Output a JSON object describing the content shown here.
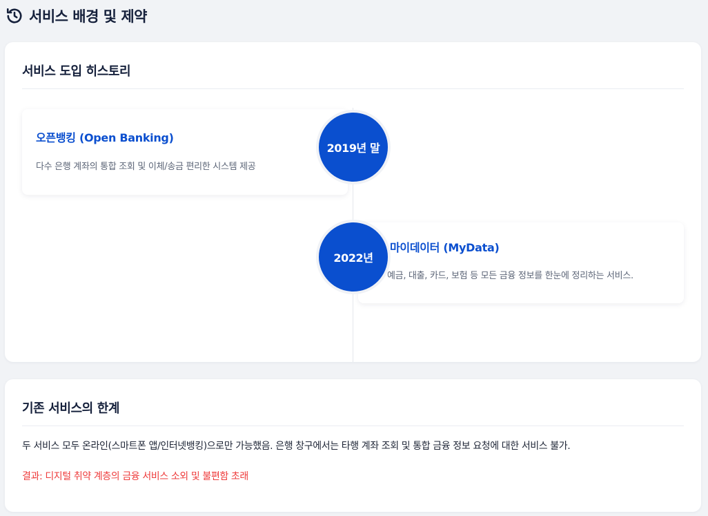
{
  "header": {
    "icon": "history-icon",
    "title": "서비스 배경 및 제약"
  },
  "history": {
    "title": "서비스 도입 히스토리",
    "events": [
      {
        "year": "2019년 말",
        "title": "오픈뱅킹 (Open Banking)",
        "description": "다수 은행 계좌의 통합 조회 및 이체/송금 편리한 시스템 제공"
      },
      {
        "year": "2022년",
        "title": "마이데이터 (MyData)",
        "description": "예금, 대출, 카드, 보험 등 모든 금융 정보를 한눈에 정리하는 서비스."
      }
    ]
  },
  "limits": {
    "title": "기존 서비스의 한계",
    "body": "두 서비스 모두 온라인(스마트폰 앱/인터넷뱅킹)으로만 가능했음. 은행 창구에서는 타행 계좌 조회 및 통합 금융 정보 요청에 대한 서비스 불가.",
    "result": "결과: 디지털 취약 계층의 금융 서비스 소외 및 불편함 초래"
  },
  "colors": {
    "accent": "#0a4fcf",
    "warning": "#ee3b3b",
    "background": "#f1f3f6"
  }
}
